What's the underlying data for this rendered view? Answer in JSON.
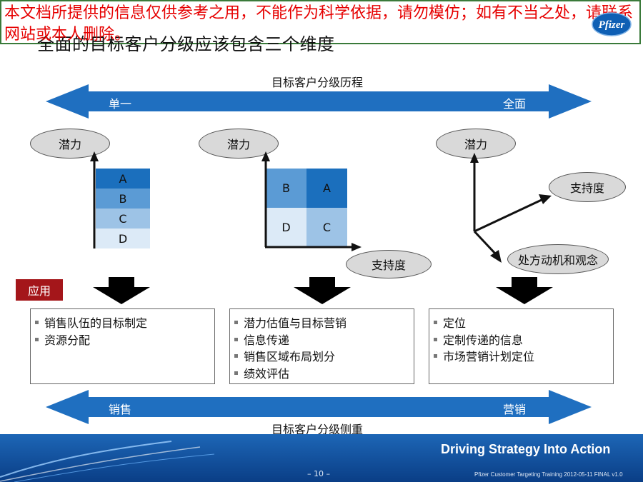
{
  "disclaimer": "本文档所提供的信息仅供参考之用，不能作为科学依据，请勿模仿；如有不当之处，请联系网站或本人删除。",
  "title": "全面的目标客户分级应该包含三个维度",
  "top_arrow": {
    "caption": "目标客户分级历程",
    "left_label": "单一",
    "right_label": "全面"
  },
  "bottom_arrow": {
    "caption": "目标客户分级侧重",
    "left_label": "销售",
    "right_label": "营销"
  },
  "models": {
    "one": {
      "axis_label": "潜力",
      "tiers": [
        "A",
        "B",
        "C",
        "D"
      ]
    },
    "two": {
      "axis_label": "潜力",
      "x_label": "支持度",
      "cells": [
        "B",
        "A",
        "D",
        "C"
      ]
    },
    "three": {
      "axis_label": "潜力",
      "support_label": "支持度",
      "motive_label": "处方动机和观念"
    }
  },
  "apply_label": "应用",
  "panels": [
    {
      "items": [
        "销售队伍的目标制定",
        "资源分配"
      ]
    },
    {
      "items": [
        "潜力估值与目标营销",
        "信息传递",
        "销售区域布局划分",
        "绩效评估"
      ]
    },
    {
      "items": [
        "定位",
        "定制传递的信息",
        "市场营销计划定位"
      ]
    }
  ],
  "footer": {
    "slogan": "Driving Strategy Into Action",
    "page": "– 10 –",
    "note": "Pfizer Customer Targeting Training 2012-05-11 FINAL v1.0"
  },
  "logo_text": "Pfizer",
  "colors": {
    "arrow_blue": "#1f6fc0",
    "tier_a": "#1b6fbd",
    "tier_b": "#5b9bd5",
    "tier_c": "#9dc3e6",
    "tier_d": "#dceaf7",
    "apply_red": "#a4161a",
    "disclaimer_red": "#e60000"
  }
}
